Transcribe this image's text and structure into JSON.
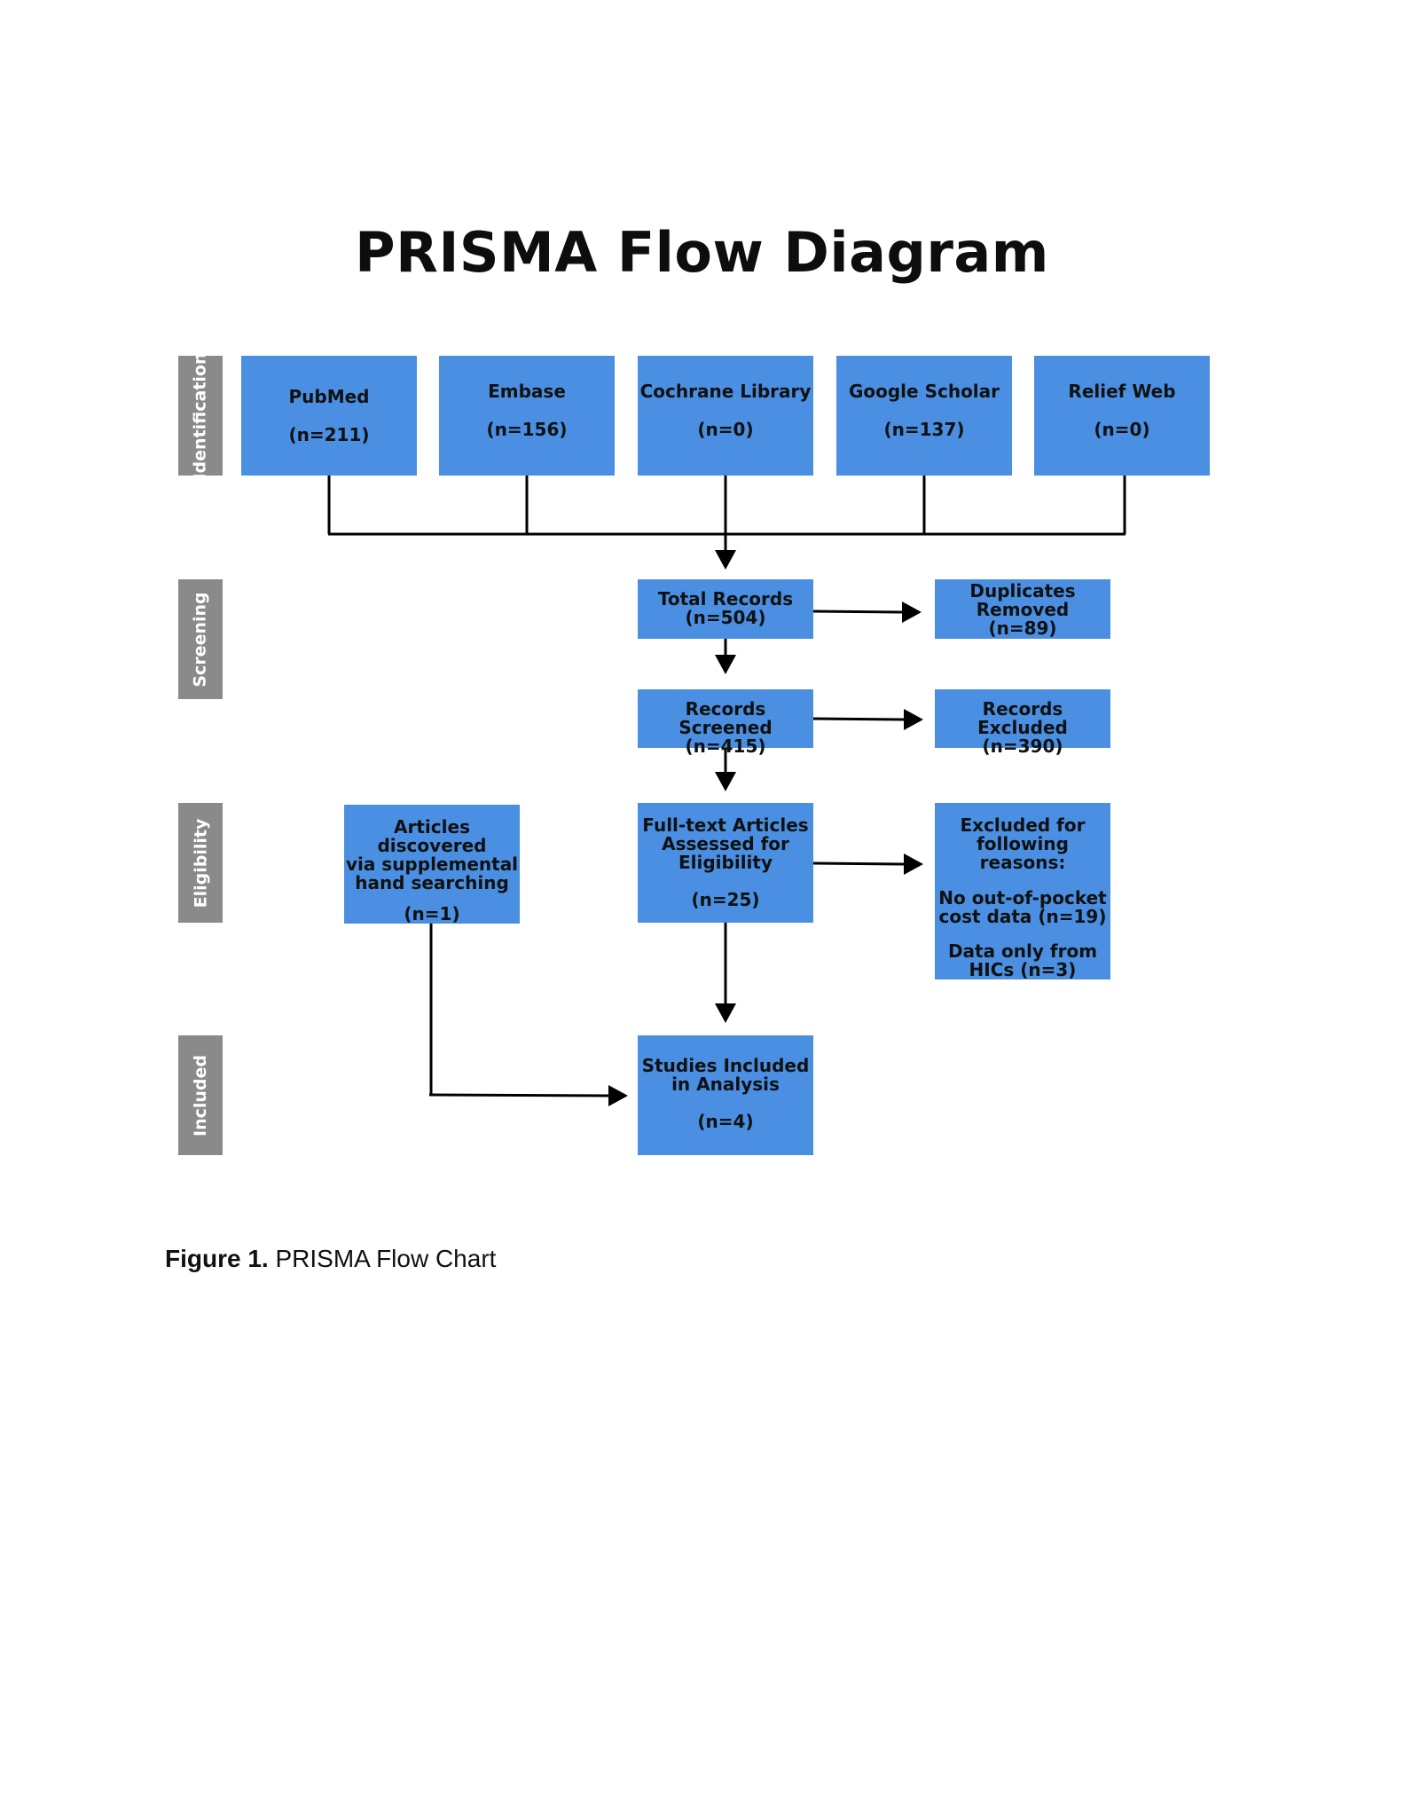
{
  "title": "PRISMA Flow Diagram",
  "colors": {
    "box": "#4a8fe2",
    "phase_label": "#8a8a8a",
    "connector": "#000000"
  },
  "phases": {
    "identification": "Identification",
    "screening": "Screening",
    "eligibility": "Eligibility",
    "included": "Included"
  },
  "sources": {
    "pubmed": {
      "name": "PubMed",
      "count": "(n=211)"
    },
    "embase": {
      "name": "Embase",
      "count": "(n=156)"
    },
    "cochrane": {
      "name": "Cochrane Library",
      "count": "(n=0)"
    },
    "google_scholar": {
      "name": "Google Scholar",
      "count": "(n=137)"
    },
    "relief_web": {
      "name": "Relief Web",
      "count": "(n=0)"
    }
  },
  "boxes": {
    "total_records": {
      "line1": "Total Records",
      "count": "(n=504)"
    },
    "duplicates_removed": {
      "line1": "Duplicates",
      "line2": "Removed",
      "count": "(n=89)"
    },
    "records_screened": {
      "line1": "Records Screened",
      "count": "(n=415)"
    },
    "records_excluded": {
      "line1": "Records Excluded",
      "count": "(n=390)"
    },
    "full_text": {
      "line1": "Full-text Articles",
      "line2": "Assessed for",
      "line3": "Eligibility",
      "count": "(n=25)"
    },
    "excluded_reasons": {
      "line1": "Excluded for",
      "line2": "following reasons:",
      "reason1_line1": "No out-of-pocket",
      "reason1_line2": "cost data (n=19)",
      "reason2_line1": "Data only from",
      "reason2_line2": "HICs (n=3)"
    },
    "supplemental": {
      "line1": "Articles discovered",
      "line2": "via supplemental",
      "line3": "hand searching",
      "count": "(n=1)"
    },
    "included": {
      "line1": "Studies Included",
      "line2": "in Analysis",
      "count": "(n=4)"
    }
  },
  "caption": {
    "label": "Figure 1.",
    "text": " PRISMA Flow Chart"
  }
}
